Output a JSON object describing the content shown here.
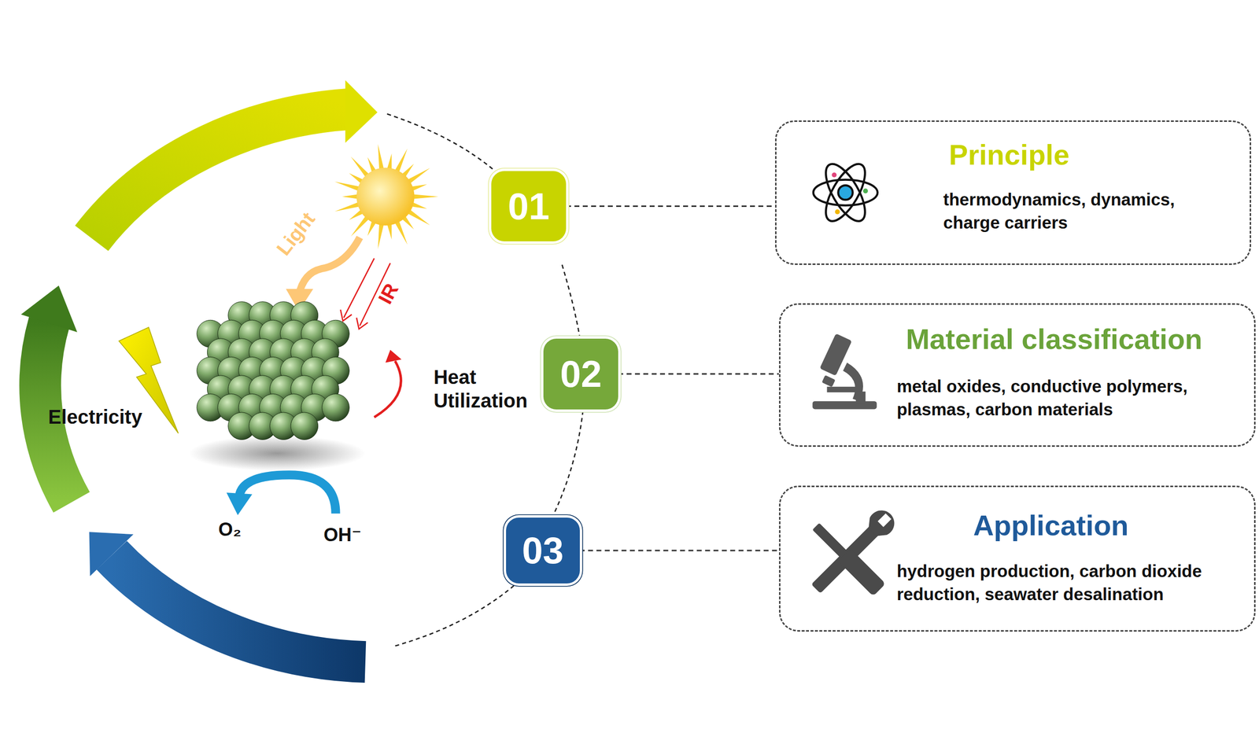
{
  "diagram": {
    "nodes": [
      {
        "text": [
          "01"
        ]
      },
      {
        "text": [
          "Principle",
          "thermodynamics, dynamics, charge carriers"
        ]
      },
      {
        "text": [
          "02"
        ]
      },
      {
        "text": [
          "Material classification",
          "metal oxides, conductive polymers, plasmas, carbon materials"
        ]
      },
      {
        "text": [
          "03"
        ]
      },
      {
        "text": [
          "Application",
          "hydrogen production, carbon dioxide reduction, seawater desalination"
        ]
      }
    ],
    "edges": [
      {
        "from": 0,
        "to": 1,
        "arrow": "none"
      },
      {
        "from": 2,
        "to": 3,
        "arrow": "none"
      },
      {
        "from": 4,
        "to": 5,
        "arrow": "none"
      }
    ],
    "labels": [
      "Light",
      "IR",
      "Heat Utilization",
      "Electricity",
      "O₂",
      "OH⁻"
    ]
  }
}
